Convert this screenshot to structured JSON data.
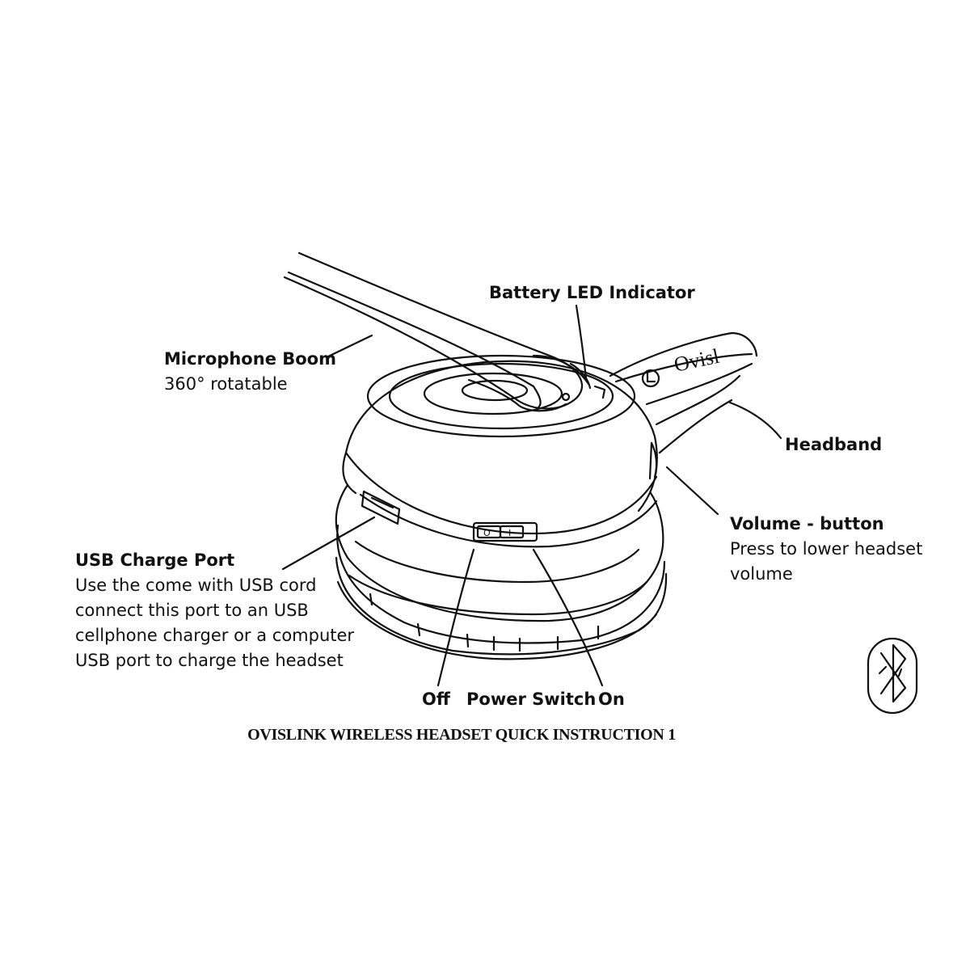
{
  "labels": {
    "microphone_boom": {
      "title": "Microphone Boom",
      "desc": "360° rotatable"
    },
    "battery_led": {
      "title": "Battery LED Indicator"
    },
    "headband": {
      "title": "Headband"
    },
    "volume_button": {
      "title": "Volume - button",
      "desc": [
        "Press to lower headset",
        "volume"
      ]
    },
    "usb_port": {
      "title": "USB Charge Port",
      "desc": [
        "Use the come with USB cord",
        "connect this port to an USB",
        "cellphone charger or a computer",
        "USB port to charge the headset"
      ]
    },
    "power": {
      "off": "Off",
      "title": "Power Switch",
      "on": "On"
    }
  },
  "switch_marks": {
    "off": "O",
    "on": "I"
  },
  "headband_print": "Ovisl",
  "footer": "OVISLINK WIRELESS HEADSET QUICK INSTRUCTION 1",
  "icons": {
    "bluetooth": "bluetooth-icon"
  },
  "colors": {
    "line": "#111111",
    "background": "#ffffff"
  }
}
